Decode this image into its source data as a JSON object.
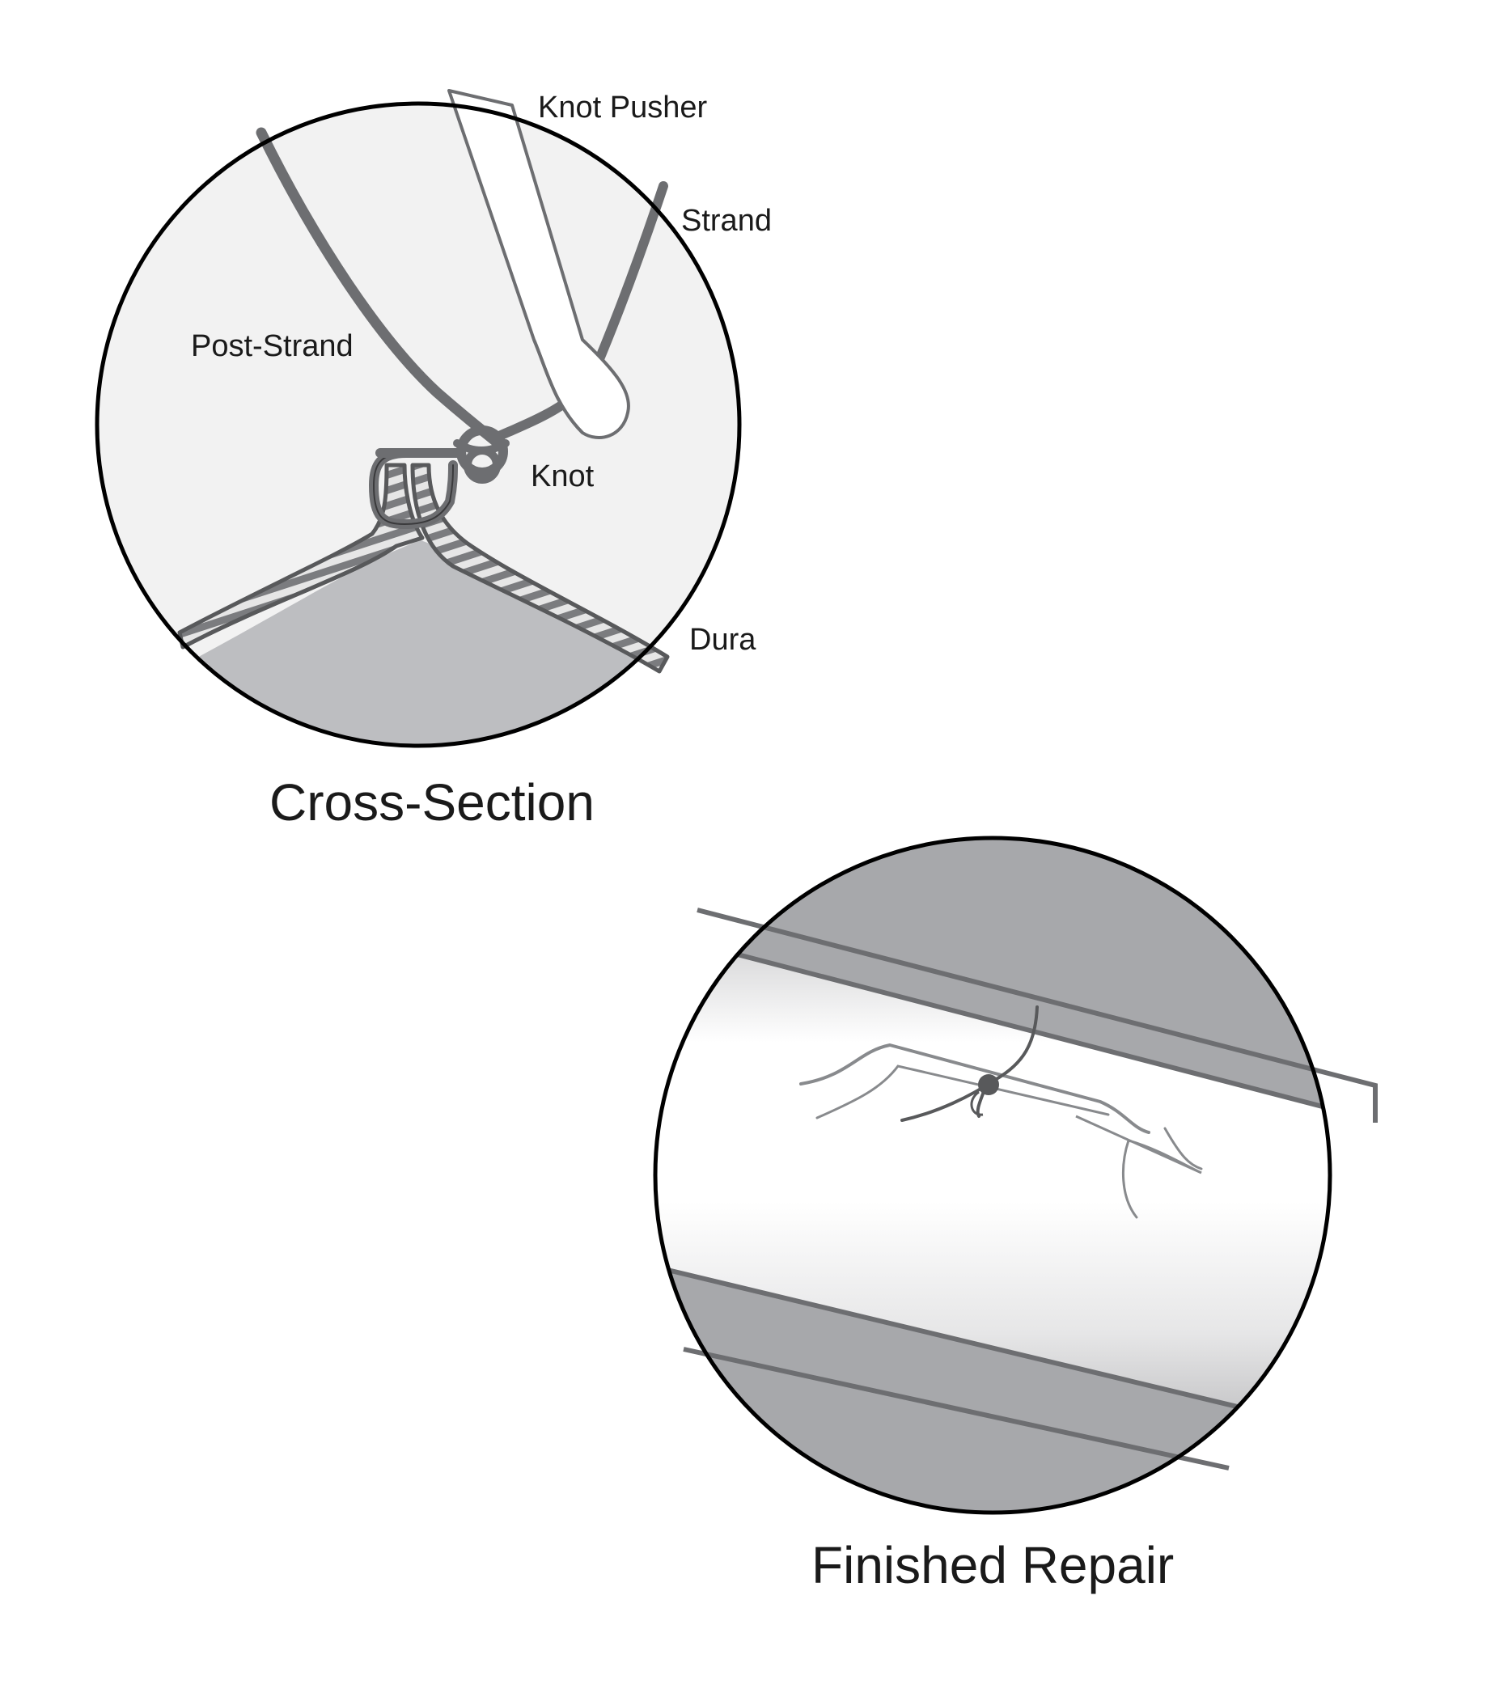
{
  "cross_section": {
    "title": "Cross-Section",
    "labels": {
      "knot_pusher": "Knot Pusher",
      "strand": "Strand",
      "post_strand": "Post-Strand",
      "knot": "Knot",
      "dura": "Dura"
    },
    "colors": {
      "background": "#f2f2f2",
      "tissue": "#bdbec1",
      "strand": "#6d6e71",
      "outline": "#000000"
    }
  },
  "finished_repair": {
    "title": "Finished Repair",
    "colors": {
      "background": "#a7a8ab",
      "dura_band_light": "#ffffff",
      "dura_band_dark": "#c9c9cb",
      "suture": "#58595b"
    }
  }
}
